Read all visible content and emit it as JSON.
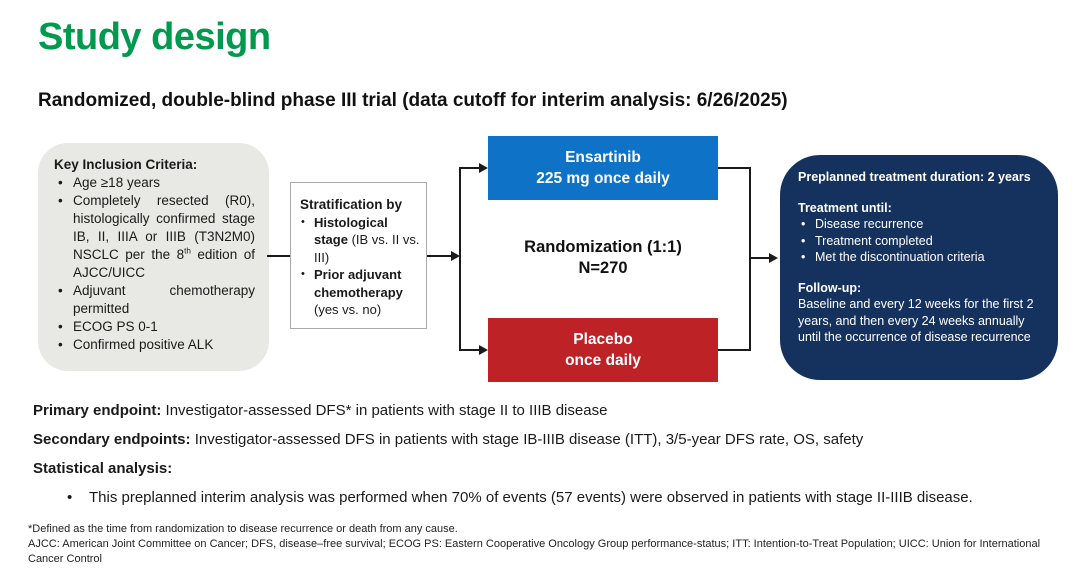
{
  "page": {
    "title": "Study design",
    "subtitle": "Randomized, double-blind phase III trial (data cutoff for interim analysis: 6/26/2025)"
  },
  "colors": {
    "title_green": "#009A4E",
    "arm_blue": "#0E73C7",
    "arm_red": "#BD2227",
    "outcome_navy": "#15325E",
    "panel_gray": "#E8E8E5",
    "line_black": "#1a1a1a"
  },
  "inclusion_box": {
    "title": "Key Inclusion Criteria:",
    "bullet_age": "Age ≥18 years",
    "bullet_resected_pre": "Completely resected (R0), histologically confirmed stage IB, II, IIIA or IIIB (T3N2M0) NSCLC per the 8",
    "bullet_resected_sup": "th",
    "bullet_resected_post": " edition of AJCC/UICC",
    "bullet_chemo": "Adjuvant chemotherapy permitted",
    "bullet_ecog": "ECOG PS 0-1",
    "bullet_alk": "Confirmed positive ALK"
  },
  "stratification_box": {
    "title": "Stratification by",
    "bullet1_bold": "Histological stage",
    "bullet1_rest": " (IB vs. II vs. III)",
    "bullet2_bold": "Prior adjuvant chemotherapy",
    "bullet2_rest": " (yes vs. no)"
  },
  "arms": {
    "ensartinib": {
      "line1": "Ensartinib",
      "line2": "225 mg once daily"
    },
    "placebo": {
      "line1": "Placebo",
      "line2": "once daily"
    }
  },
  "randomization": {
    "line1": "Randomization (1:1)",
    "line2": "N=270"
  },
  "outcome_box": {
    "duration": "Preplanned treatment duration: 2 years",
    "treatment_until_title": "Treatment until:",
    "treatment_until_bullets": [
      "Disease recurrence",
      "Treatment completed",
      "Met the discontinuation criteria"
    ],
    "followup_title": "Follow-up:",
    "followup_text": "Baseline and every 12 weeks for the first 2 years, and then every 24 weeks annually until the occurrence of disease recurrence"
  },
  "endpoints": {
    "primary_label": "Primary endpoint:",
    "primary_text": " Investigator-assessed DFS* in patients with stage II to IIIB disease",
    "secondary_label": "Secondary endpoints:",
    "secondary_text": " Investigator-assessed DFS in patients with stage IB-IIIB disease (ITT), 3/5-year DFS rate, OS, safety",
    "statistical_label": "Statistical analysis:",
    "statistical_bullet": "This preplanned interim analysis was performed when 70% of events (57 events) were observed in patients with stage II-IIIB disease.",
    "bullet_glyph": "•"
  },
  "footnotes": {
    "line1": "*Defined as the time from randomization to disease recurrence or death from any cause.",
    "line2": "AJCC: American Joint Committee on Cancer; DFS, disease–free survival; ECOG PS: Eastern Cooperative Oncology Group performance-status; ITT: Intention-to-Treat Population; UICC: Union for International Cancer Control"
  }
}
